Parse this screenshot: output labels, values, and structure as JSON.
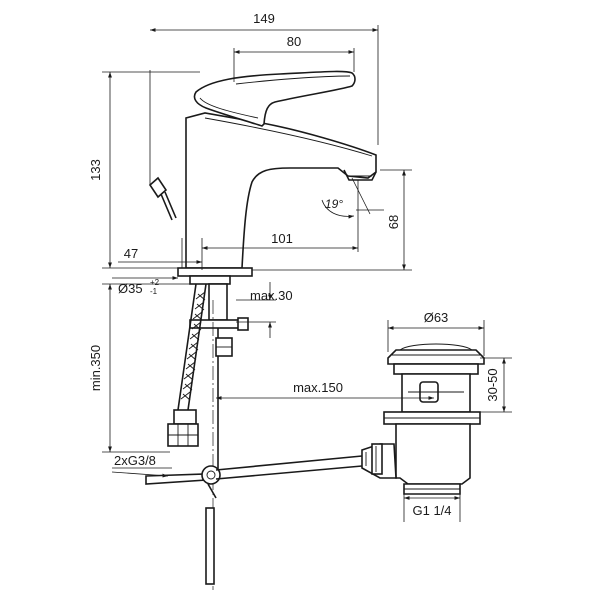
{
  "drawing": {
    "dimensions": {
      "width_total": "149",
      "width_spout": "80",
      "height_total": "133",
      "height_outlet": "68",
      "reach": "101",
      "offset_rear": "47",
      "hole_diameter": "Ø35",
      "hole_tol_plus": "+2",
      "hole_tol_minus": "-1",
      "deck_thickness": "max.30",
      "hose_length": "min.350",
      "hose_connection": "2xG3/8",
      "drain_reach": "max.150",
      "waste_diameter": "Ø63",
      "waste_height": "30-50",
      "waste_thread": "G1 1/4",
      "outlet_angle": "19°"
    }
  }
}
